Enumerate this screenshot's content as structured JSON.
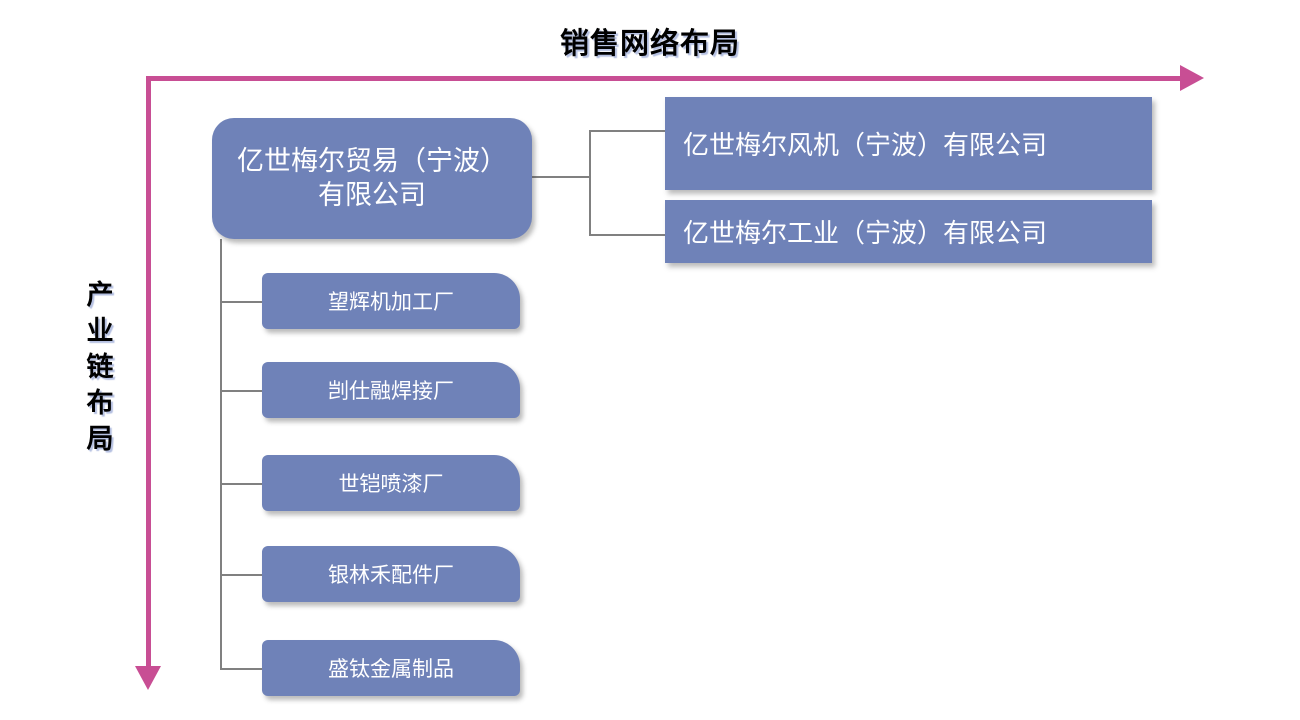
{
  "title": "销售网络布局",
  "vertical_axis": {
    "label": "产业链布局",
    "chars": [
      "产",
      "业",
      "链",
      "布",
      "局"
    ],
    "color": "#C84E94"
  },
  "horizontal_axis": {
    "color": "#C84E94"
  },
  "theme": {
    "node_fill": "#6F82B8",
    "node_text": "#FFFFFF",
    "connector": "#808080",
    "background": "#FFFFFF"
  },
  "nodes": {
    "root": {
      "label": "亿世梅尔贸易（宁波）有限公司"
    },
    "right_branch": [
      {
        "label": "亿世梅尔风机（宁波）有限公司"
      },
      {
        "label": "亿世梅尔工业（宁波）有限公司"
      }
    ],
    "sub_branch": [
      {
        "label": "望辉机加工厂"
      },
      {
        "label": "剀仕融焊接厂"
      },
      {
        "label": "世铠喷漆厂"
      },
      {
        "label": "银林禾配件厂"
      },
      {
        "label": "盛钛金属制品"
      }
    ]
  }
}
